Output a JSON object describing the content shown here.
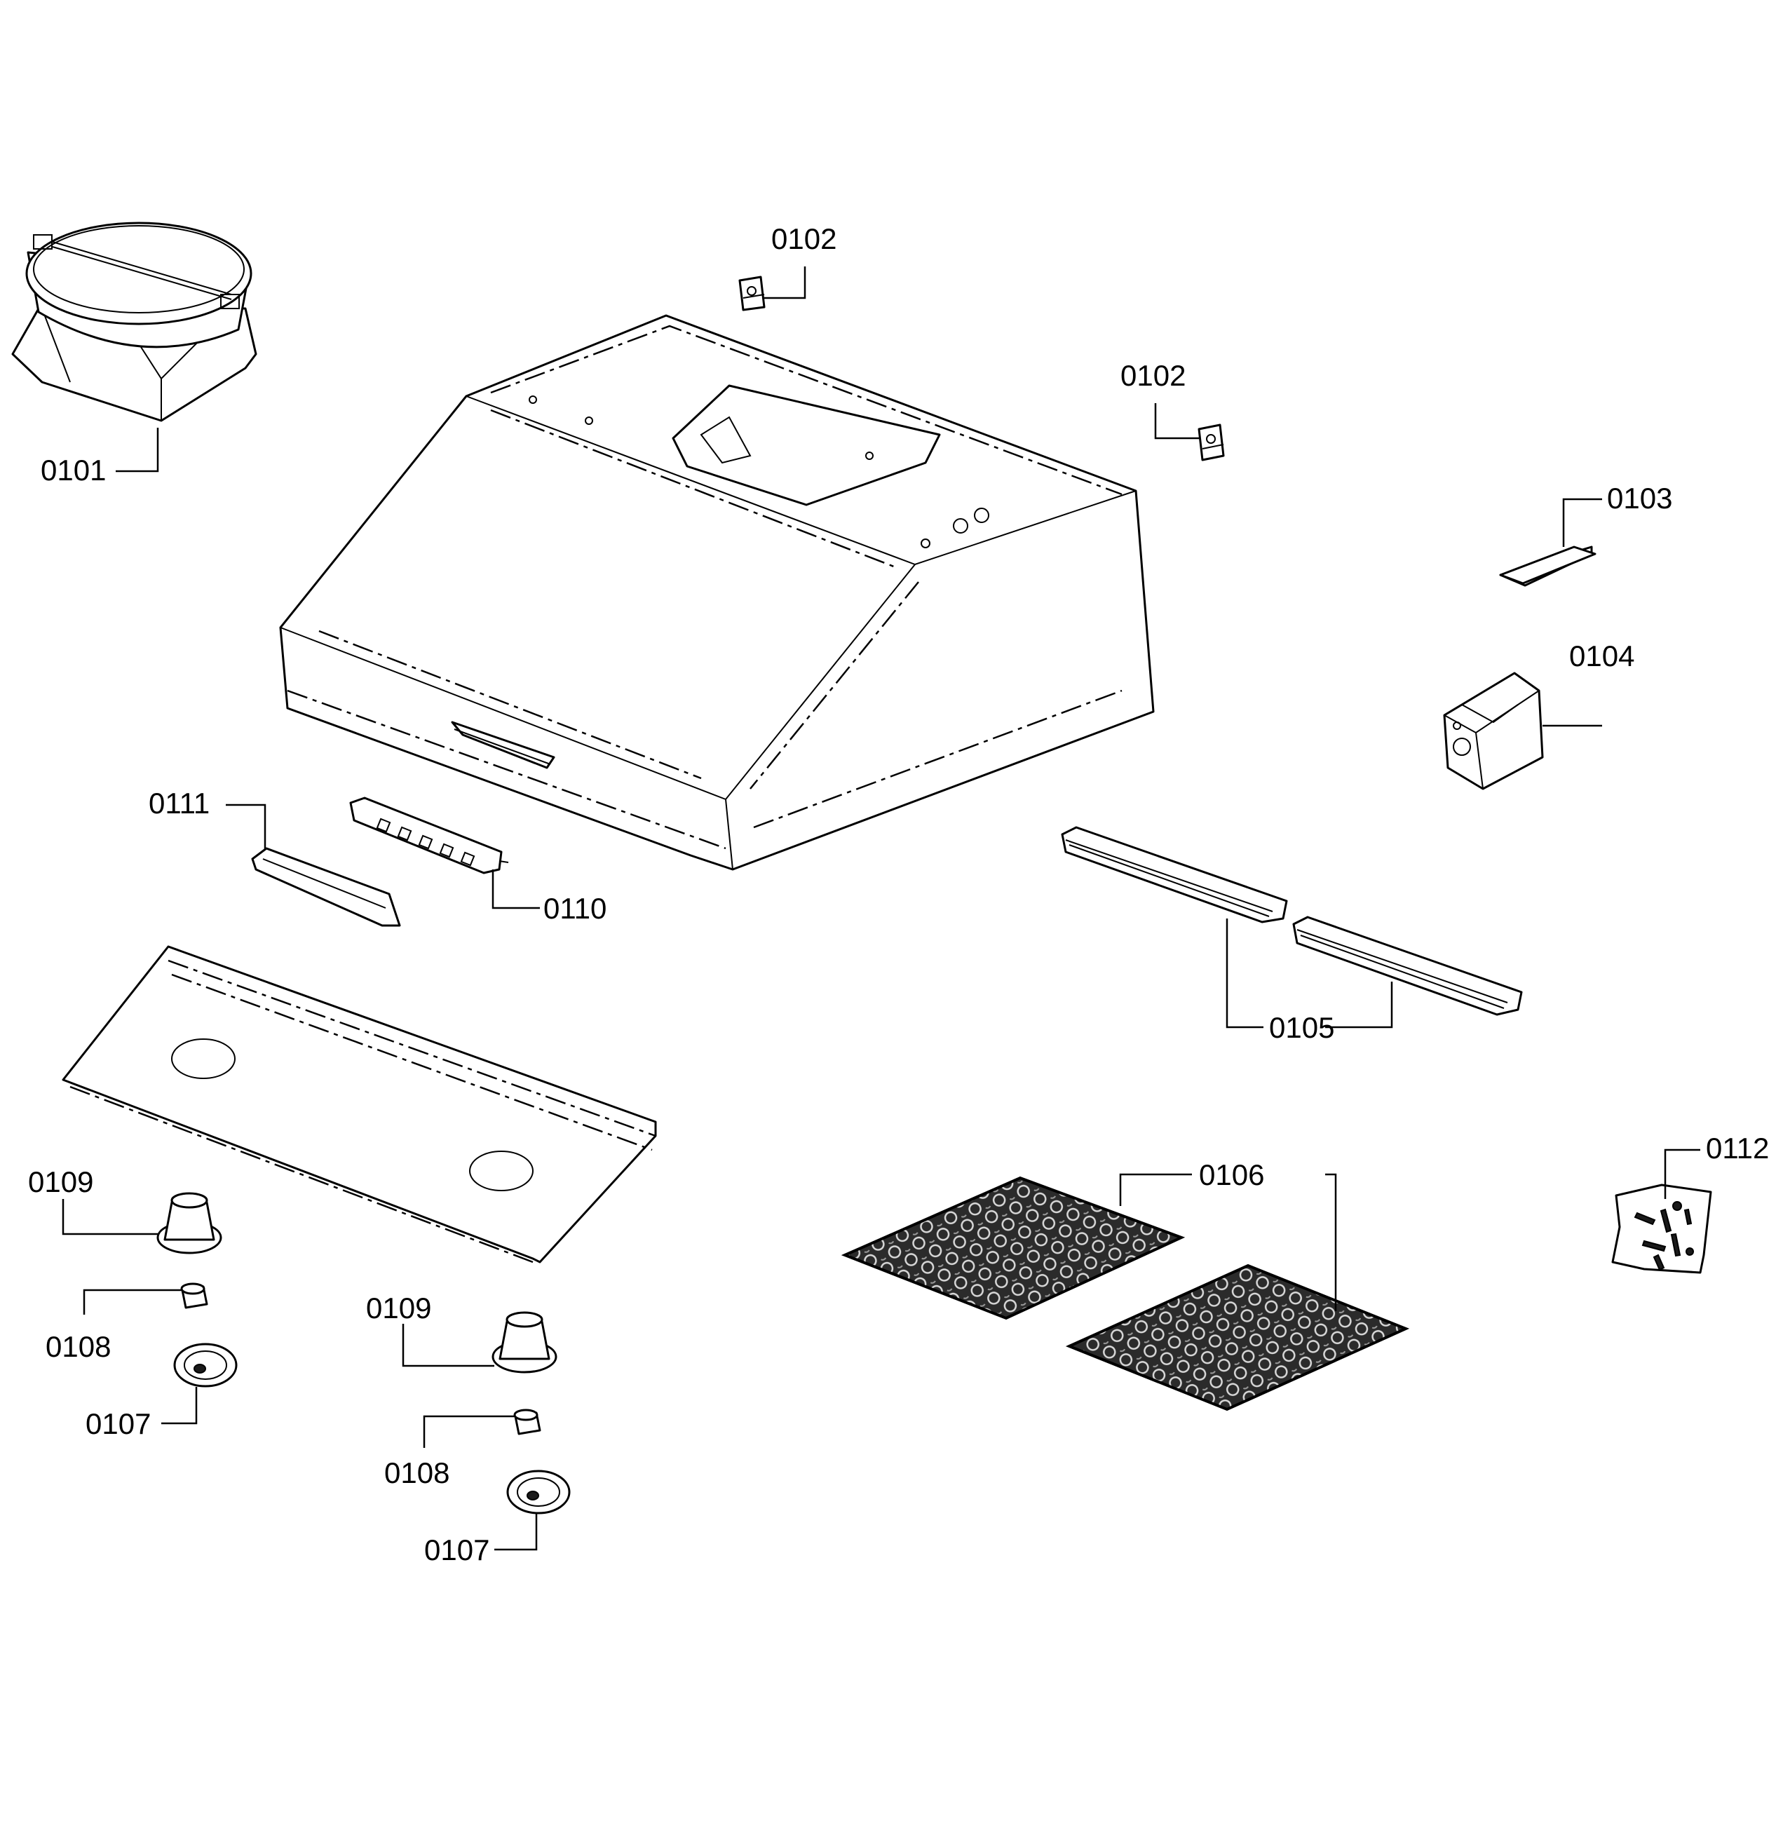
{
  "callouts": {
    "c0101": "0101",
    "c0102a": "0102",
    "c0102b": "0102",
    "c0103": "0103",
    "c0104": "0104",
    "c0105": "0105",
    "c0106": "0106",
    "c0107a": "0107",
    "c0107b": "0107",
    "c0108a": "0108",
    "c0108b": "0108",
    "c0109a": "0109",
    "c0109b": "0109",
    "c0110": "0110",
    "c0111": "0111",
    "c0112": "0112"
  },
  "colors": {
    "line": "#000000",
    "background": "#ffffff"
  }
}
